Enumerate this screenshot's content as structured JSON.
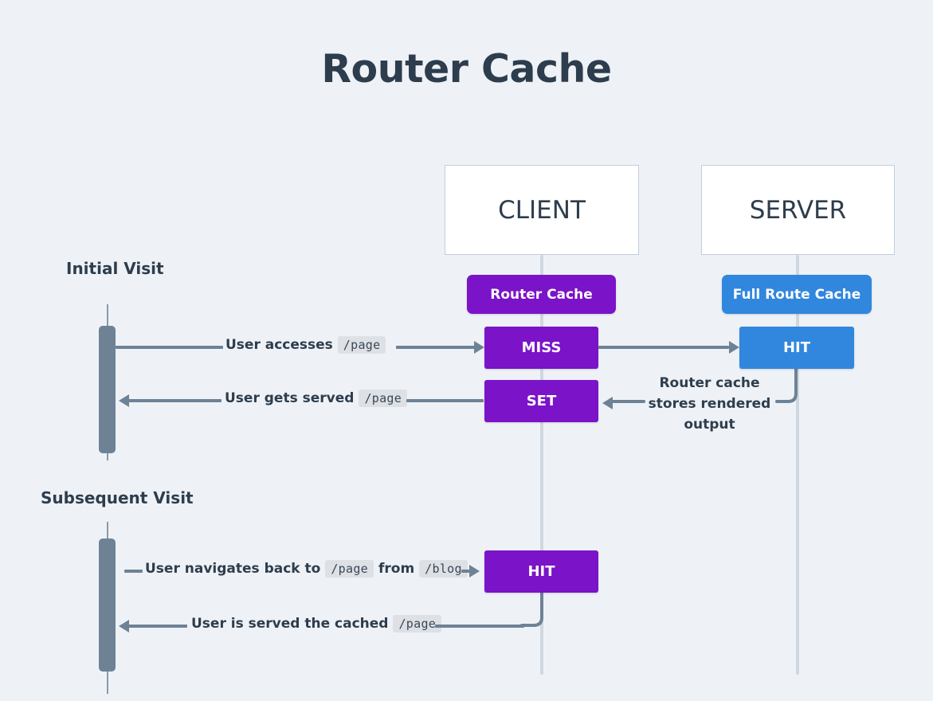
{
  "title": "Router Cache",
  "participants": [
    {
      "id": "client",
      "label": "CLIENT"
    },
    {
      "id": "server",
      "label": "SERVER"
    }
  ],
  "badges": [
    {
      "id": "router-cache",
      "label": "Router Cache",
      "color": "#7b13c8"
    },
    {
      "id": "full-route-cache",
      "label": "Full Route Cache",
      "color": "#3187dd"
    }
  ],
  "sections": [
    {
      "id": "initial",
      "label": "Initial Visit"
    },
    {
      "id": "subsequent",
      "label": "Subsequent Visit"
    }
  ],
  "states": [
    {
      "id": "miss",
      "label": "MISS",
      "lane": "client",
      "color": "#7b13c8"
    },
    {
      "id": "set",
      "label": "SET",
      "lane": "client",
      "color": "#7b13c8"
    },
    {
      "id": "hit-server",
      "label": "HIT",
      "lane": "server",
      "color": "#3187dd"
    },
    {
      "id": "hit-client",
      "label": "HIT",
      "lane": "client",
      "color": "#7b13c8"
    }
  ],
  "messages": [
    {
      "id": "user-accesses",
      "text_before": "User accesses",
      "code": "/page",
      "text_after": "",
      "direction": "right"
    },
    {
      "id": "user-gets-served",
      "text_before": "User gets served",
      "code": "/page",
      "text_after": "",
      "direction": "left"
    },
    {
      "id": "user-navigates-back",
      "text_before": "User navigates back to",
      "code": "/page",
      "text_middle": "from",
      "code2": "/blog",
      "direction": "right"
    },
    {
      "id": "user-served-cached",
      "text_before": "User is served the cached",
      "code": "/page",
      "text_after": "",
      "direction": "left"
    }
  ],
  "notes": [
    {
      "id": "stores-rendered-output",
      "line1": "Router cache",
      "line2": "stores rendered",
      "line3": "output"
    }
  ],
  "colors": {
    "background": "#eef2f6",
    "text": "#2e3d4d",
    "connector": "#6e8296",
    "lifeline": "#cfd8e0",
    "actor": "#6e8296",
    "chip_bg": "#dde1e6",
    "purple": "#7b13c8",
    "blue": "#3187dd",
    "participant_border": "#c3ced9"
  }
}
